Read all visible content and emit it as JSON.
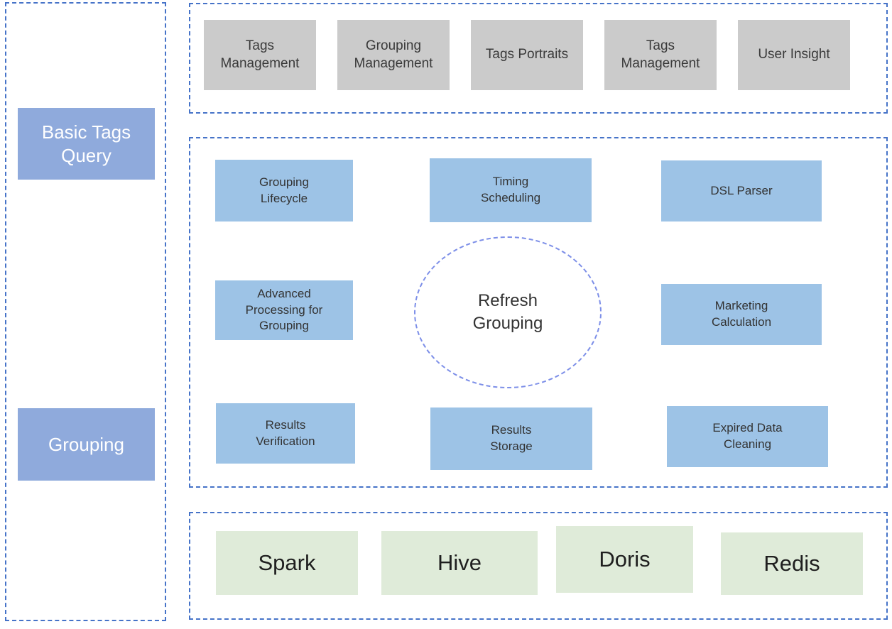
{
  "diagram": {
    "sidebar": {
      "items": [
        {
          "label": "Basic Tags Query"
        },
        {
          "label": "Grouping"
        }
      ]
    },
    "application_layer": {
      "items": [
        {
          "label": "Tags Management"
        },
        {
          "label": "Grouping Management"
        },
        {
          "label": "Tags Portraits"
        },
        {
          "label": "Tags Management"
        },
        {
          "label": "User Insight"
        }
      ]
    },
    "engine_layer": {
      "center": {
        "label": "Refresh Grouping"
      },
      "modules": [
        {
          "label": "Grouping Lifecycle"
        },
        {
          "label": "Timing Scheduling"
        },
        {
          "label": "DSL Parser"
        },
        {
          "label": "Advanced Processing for Grouping"
        },
        {
          "label": "Marketing Calculation"
        },
        {
          "label": "Results Verification"
        },
        {
          "label": "Results Storage"
        },
        {
          "label": "Expired Data Cleaning"
        }
      ]
    },
    "storage_layer": {
      "items": [
        {
          "label": "Spark"
        },
        {
          "label": "Hive"
        },
        {
          "label": "Doris"
        },
        {
          "label": "Redis"
        }
      ]
    },
    "colors": {
      "panel_border": "#4673C8",
      "circle_border": "#7D8FE8",
      "sidebar_box": "#8FAADC",
      "module_box": "#9DC3E6",
      "app_box": "#CBCBCB",
      "storage_box": "#DFEBD9"
    }
  }
}
